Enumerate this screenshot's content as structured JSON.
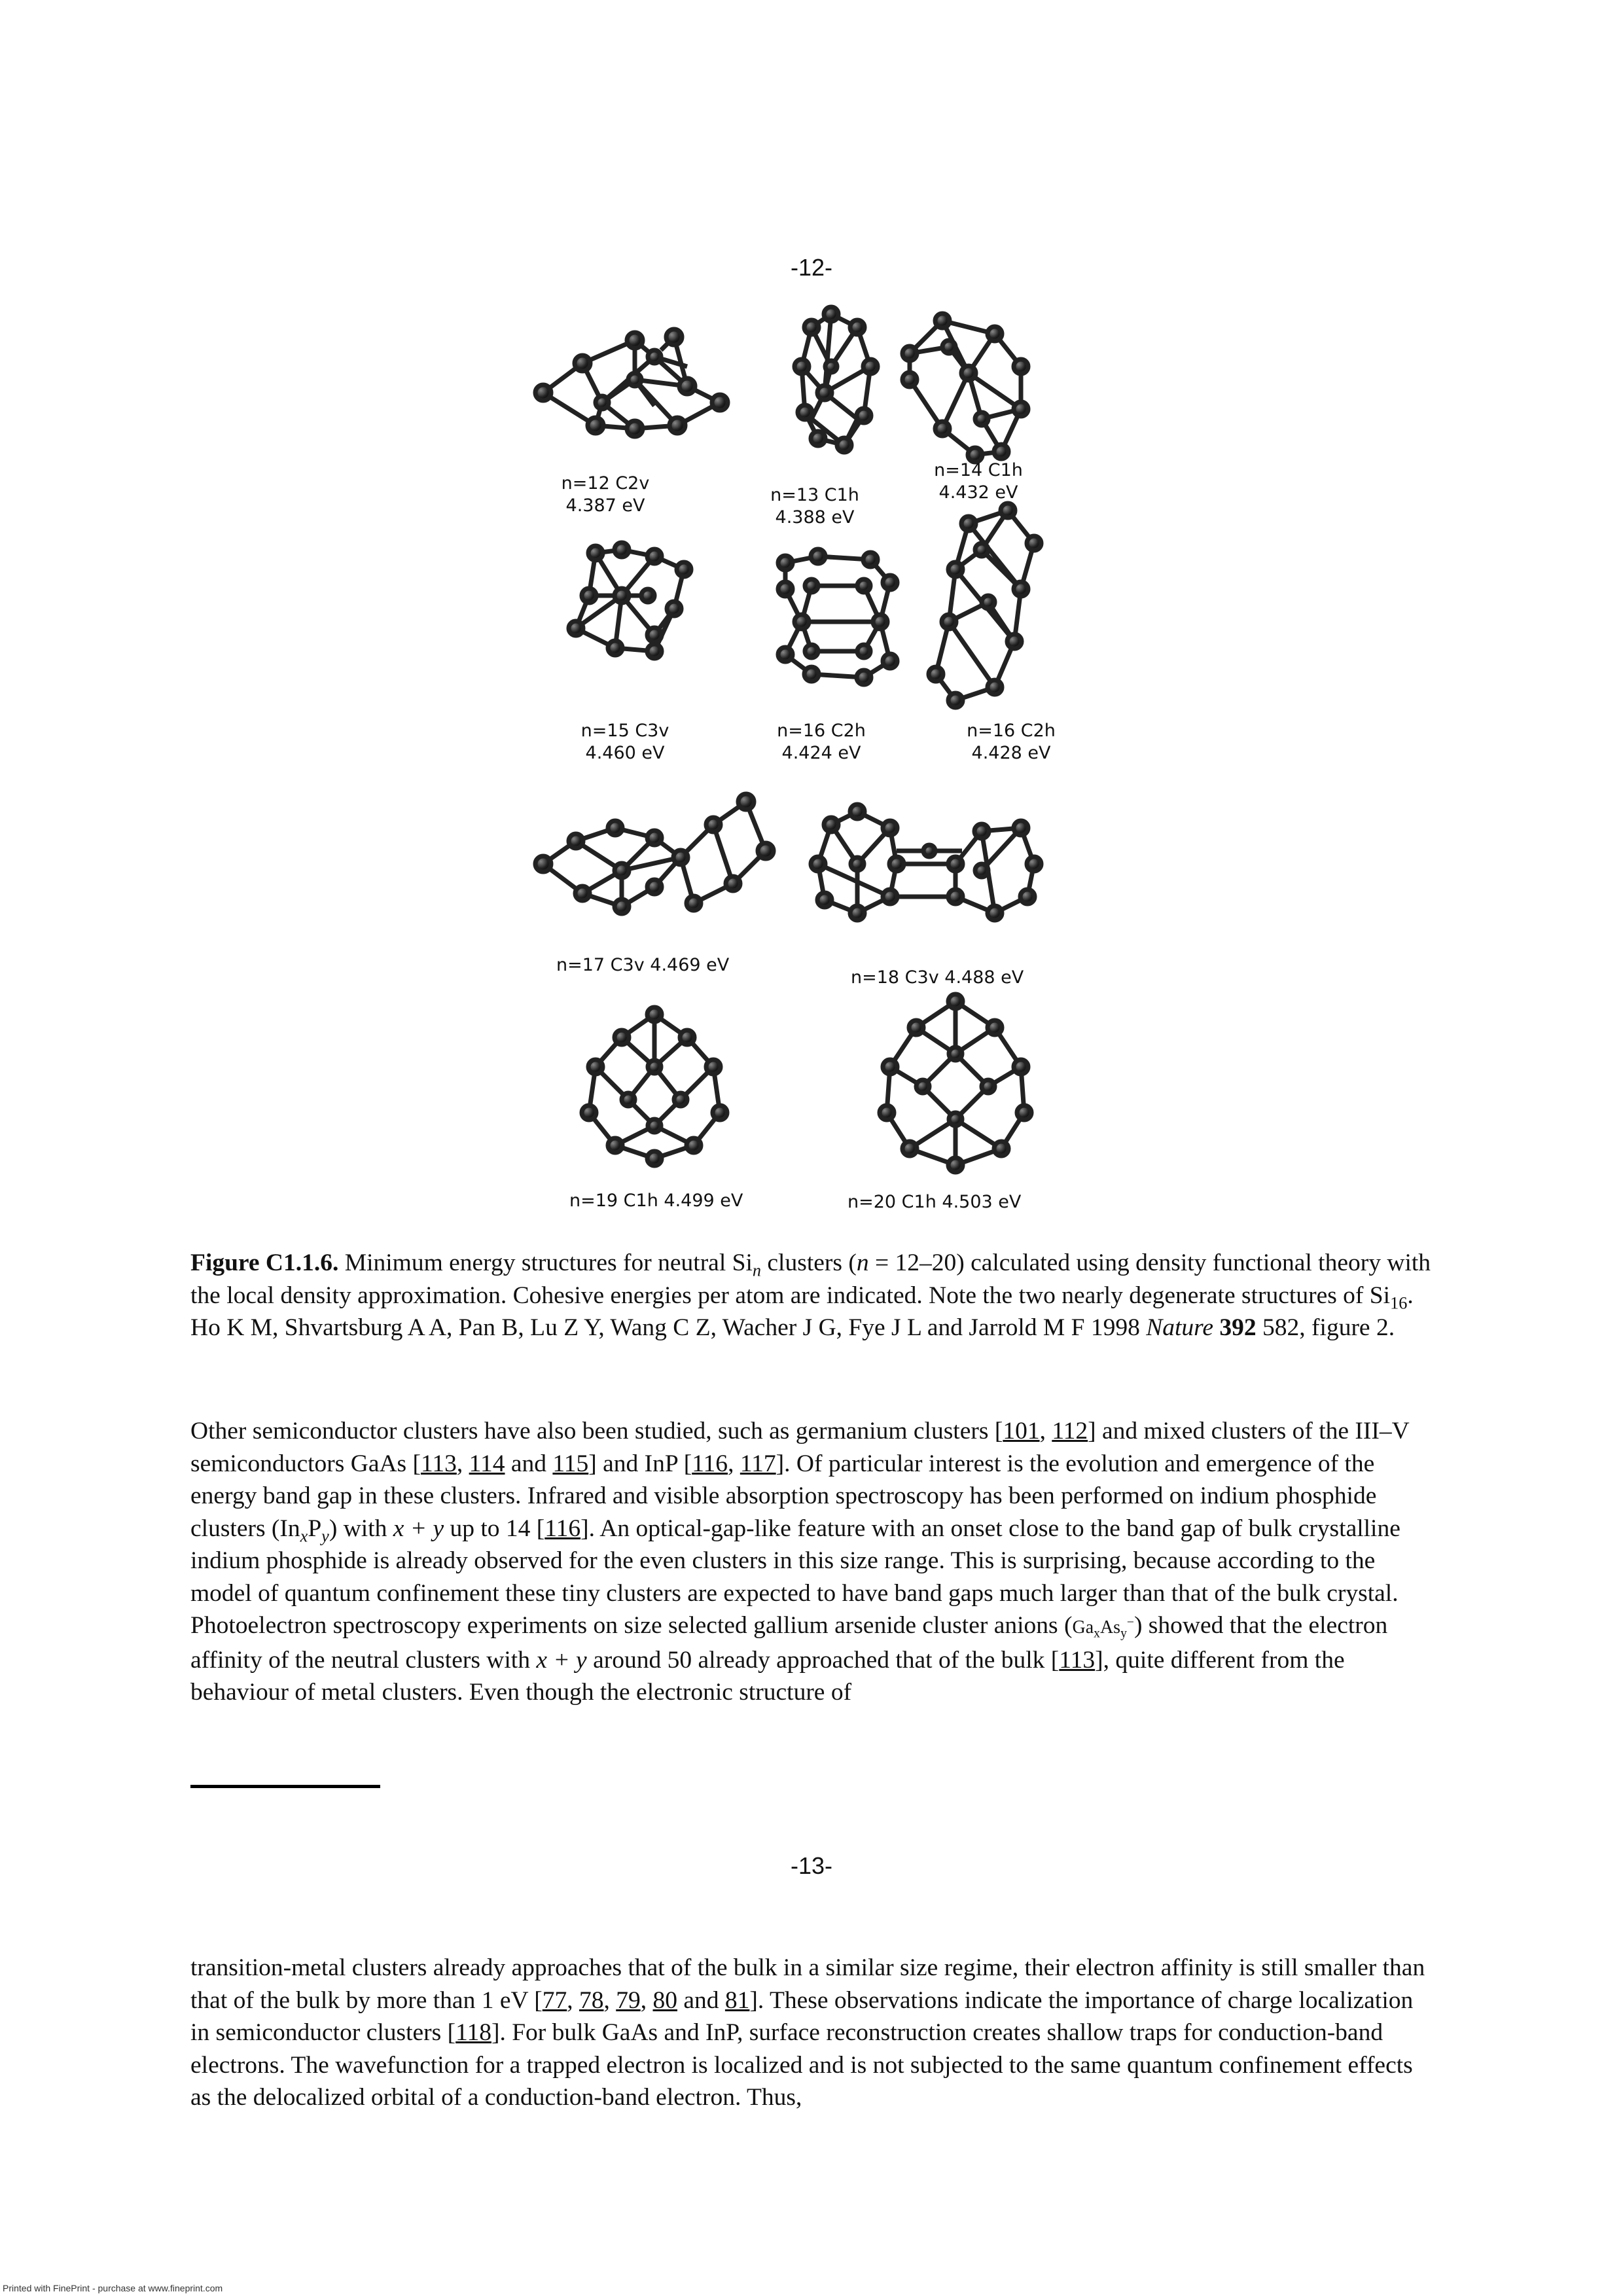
{
  "page": {
    "top_page_number": "-12-",
    "middle_page_number": "-13-",
    "printer_note": "Printed with FinePrint - purchase at www.fineprint.com"
  },
  "figure": {
    "clusters": [
      {
        "label": "n=12 C2v\n4.387 eV"
      },
      {
        "label": "n=13 C1h\n4.388 eV"
      },
      {
        "label": "n=14 C1h\n4.432 eV"
      },
      {
        "label": "n=15 C3v\n4.460 eV"
      },
      {
        "label": "n=16 C2h\n4.424 eV"
      },
      {
        "label": "n=16 C2h\n4.428 eV"
      },
      {
        "label": "n=17 C3v   4.469 eV"
      },
      {
        "label": "n=18 C3v   4.488 eV"
      },
      {
        "label": "n=19 C1h  4.499 eV"
      },
      {
        "label": "n=20 C1h  4.503 eV"
      }
    ],
    "caption": {
      "label": "Figure C1.1.6.",
      "t1": " Minimum energy structures for neutral Si",
      "sub_n": "n",
      "t2": " clusters (",
      "n_italic": "n",
      "t3": " = 12–20) calculated using density functional theory with the local density approximation. Cohesive energies per atom are indicated. Note the two nearly degenerate structures of Si",
      "sub16": "16",
      "t4": ". Ho K M, Shvartsburg A A, Pan B, Lu Z Y, Wang C Z, Wacher J G, Fye J L and Jarrold M F 1998 ",
      "journal": "Nature",
      "volume": "392",
      "t5": " 582, figure 2."
    }
  },
  "para1": {
    "t1": "Other semiconductor clusters have also been studied, such as germanium clusters [",
    "r101": "101",
    "comma1": ", ",
    "r112": "112",
    "t2": "] and mixed clusters of the III–V semiconductors GaAs [",
    "r113": "113",
    "comma2": ", ",
    "r114": "114",
    "and1": " and ",
    "r115": "115",
    "t3": "] and InP [",
    "r116": "116",
    "comma3": ", ",
    "r117": "117",
    "t4": "]. Of particular interest is the evolution and emergence of the energy band gap in these clusters. Infrared and visible absorption spectroscopy has been performed on indium phosphide clusters (In",
    "sx": "x",
    "p": "P",
    "sy": "y",
    "t5": ") with ",
    "xy1": "x + y",
    "t6": " up to 14 [",
    "r116b": "116",
    "t7": "]. An optical-gap-like feature with an onset close to the band gap of bulk crystalline indium phosphide is already observed for the even clusters in this size range. This is surprising, because according to the model of quantum confinement these tiny clusters are expected to have band gaps much larger than that of the bulk crystal. Photoelectron spectroscopy experiments on size selected gallium arsenide cluster anions (",
    "gaas": "Ga",
    "gaas_x": "x",
    "as": "As",
    "as_y": "y",
    "minus": "−",
    "t8": ") showed that the electron affinity of the neutral clusters with ",
    "xy2": "x + y",
    "t9": " around 50 already approached that of the bulk [",
    "r113b": "113",
    "t10": "], quite different from the behaviour of metal clusters. Even though the electronic structure of"
  },
  "para2": {
    "t1": "transition-metal clusters already approaches that of the bulk in a similar size regime, their electron affinity is still smaller than that of the bulk by more than 1 eV [",
    "r77": "77",
    "c1": ", ",
    "r78": "78",
    "c2": ", ",
    "r79": "79",
    "c3": ", ",
    "r80": "80",
    "and": " and ",
    "r81": "81",
    "t2": "]. These observations indicate the importance of charge localization in semiconductor clusters [",
    "r118": "118",
    "t3": "]. For bulk GaAs and InP, surface reconstruction creates shallow traps for conduction-band electrons. The wavefunction for a trapped electron is localized and is not subjected to the same quantum confinement effects as the delocalized orbital of a conduction-band electron. Thus,"
  }
}
